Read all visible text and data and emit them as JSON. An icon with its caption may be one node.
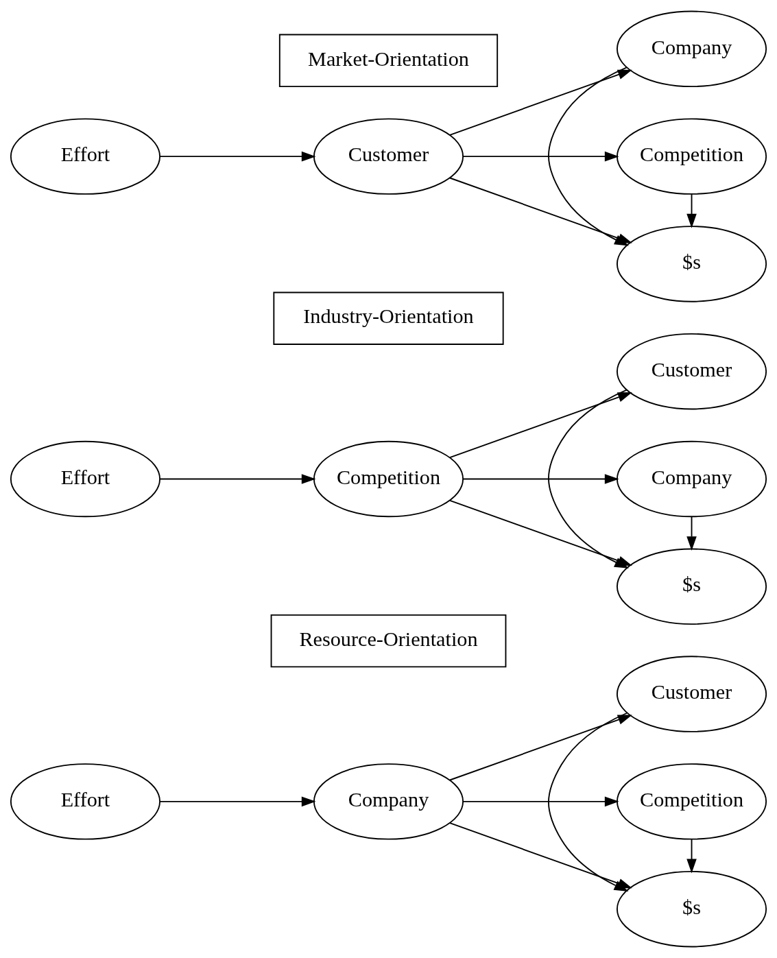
{
  "diagram": {
    "nodes": [
      {
        "text": [
          "Effort"
        ]
      },
      {
        "text": [
          "Company"
        ]
      },
      {
        "text": [
          "Customer"
        ]
      },
      {
        "text": [
          "$s"
        ]
      },
      {
        "text": [
          "Competition"
        ]
      },
      {
        "text": [
          "Resource-Orientation"
        ]
      },
      {
        "text": [
          "Effort"
        ]
      },
      {
        "text": [
          "Competition"
        ]
      },
      {
        "text": [
          "Customer"
        ]
      },
      {
        "text": [
          "$s"
        ]
      },
      {
        "text": [
          "Company"
        ]
      },
      {
        "text": [
          "Industry-Orientation"
        ]
      },
      {
        "text": [
          "Effort"
        ]
      },
      {
        "text": [
          "Customer"
        ]
      },
      {
        "text": [
          "Company"
        ]
      },
      {
        "text": [
          "$s"
        ]
      },
      {
        "text": [
          "Competition"
        ]
      },
      {
        "text": [
          "Market-Orientation"
        ]
      }
    ],
    "edges": [
      {
        "from": 0,
        "to": 1,
        "arrow": "to"
      },
      {
        "from": 1,
        "to": 2,
        "arrow": "to"
      },
      {
        "from": 1,
        "to": 3,
        "arrow": "to"
      },
      {
        "from": 1,
        "to": 4,
        "arrow": "to"
      },
      {
        "from": 2,
        "to": 3,
        "arrow": "to"
      },
      {
        "from": 4,
        "to": 3,
        "arrow": "to"
      },
      {
        "from": 6,
        "to": 7,
        "arrow": "to"
      },
      {
        "from": 7,
        "to": 8,
        "arrow": "to"
      },
      {
        "from": 7,
        "to": 9,
        "arrow": "to"
      },
      {
        "from": 7,
        "to": 10,
        "arrow": "to"
      },
      {
        "from": 8,
        "to": 9,
        "arrow": "to"
      },
      {
        "from": 10,
        "to": 9,
        "arrow": "to"
      },
      {
        "from": 12,
        "to": 13,
        "arrow": "to"
      },
      {
        "from": 13,
        "to": 14,
        "arrow": "to"
      },
      {
        "from": 13,
        "to": 15,
        "arrow": "to"
      },
      {
        "from": 13,
        "to": 16,
        "arrow": "to"
      },
      {
        "from": 14,
        "to": 15,
        "arrow": "to"
      },
      {
        "from": 16,
        "to": 15,
        "arrow": "to"
      }
    ]
  }
}
